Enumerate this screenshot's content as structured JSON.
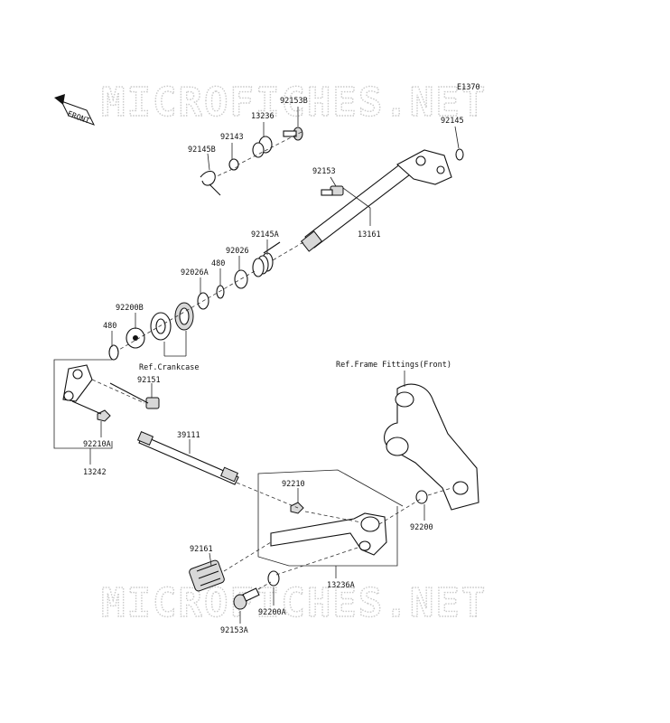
{
  "diagram": {
    "code": "E1370",
    "front_tag": "FRONT",
    "watermark": "MICROFICHES.NET",
    "refs": {
      "crankcase": "Ref.Crankcase",
      "frame": "Ref.Frame Fittings(Front)"
    },
    "labels": {
      "p92153B": "92153B",
      "p13236": "13236",
      "p92143": "92143",
      "p92145B": "92145B",
      "p92145": "92145",
      "p92153": "92153",
      "p13161": "13161",
      "p92145A": "92145A",
      "p92026": "92026",
      "p480a": "480",
      "p92026A": "92026A",
      "p92200B": "92200B",
      "p480b": "480",
      "p92151": "92151",
      "p39111": "39111",
      "p92210A": "92210A",
      "p13242": "13242",
      "p92210": "92210",
      "p92200": "92200",
      "p92161": "92161",
      "p13236A": "13236A",
      "p92200A": "92200A",
      "p92153A": "92153A"
    }
  }
}
